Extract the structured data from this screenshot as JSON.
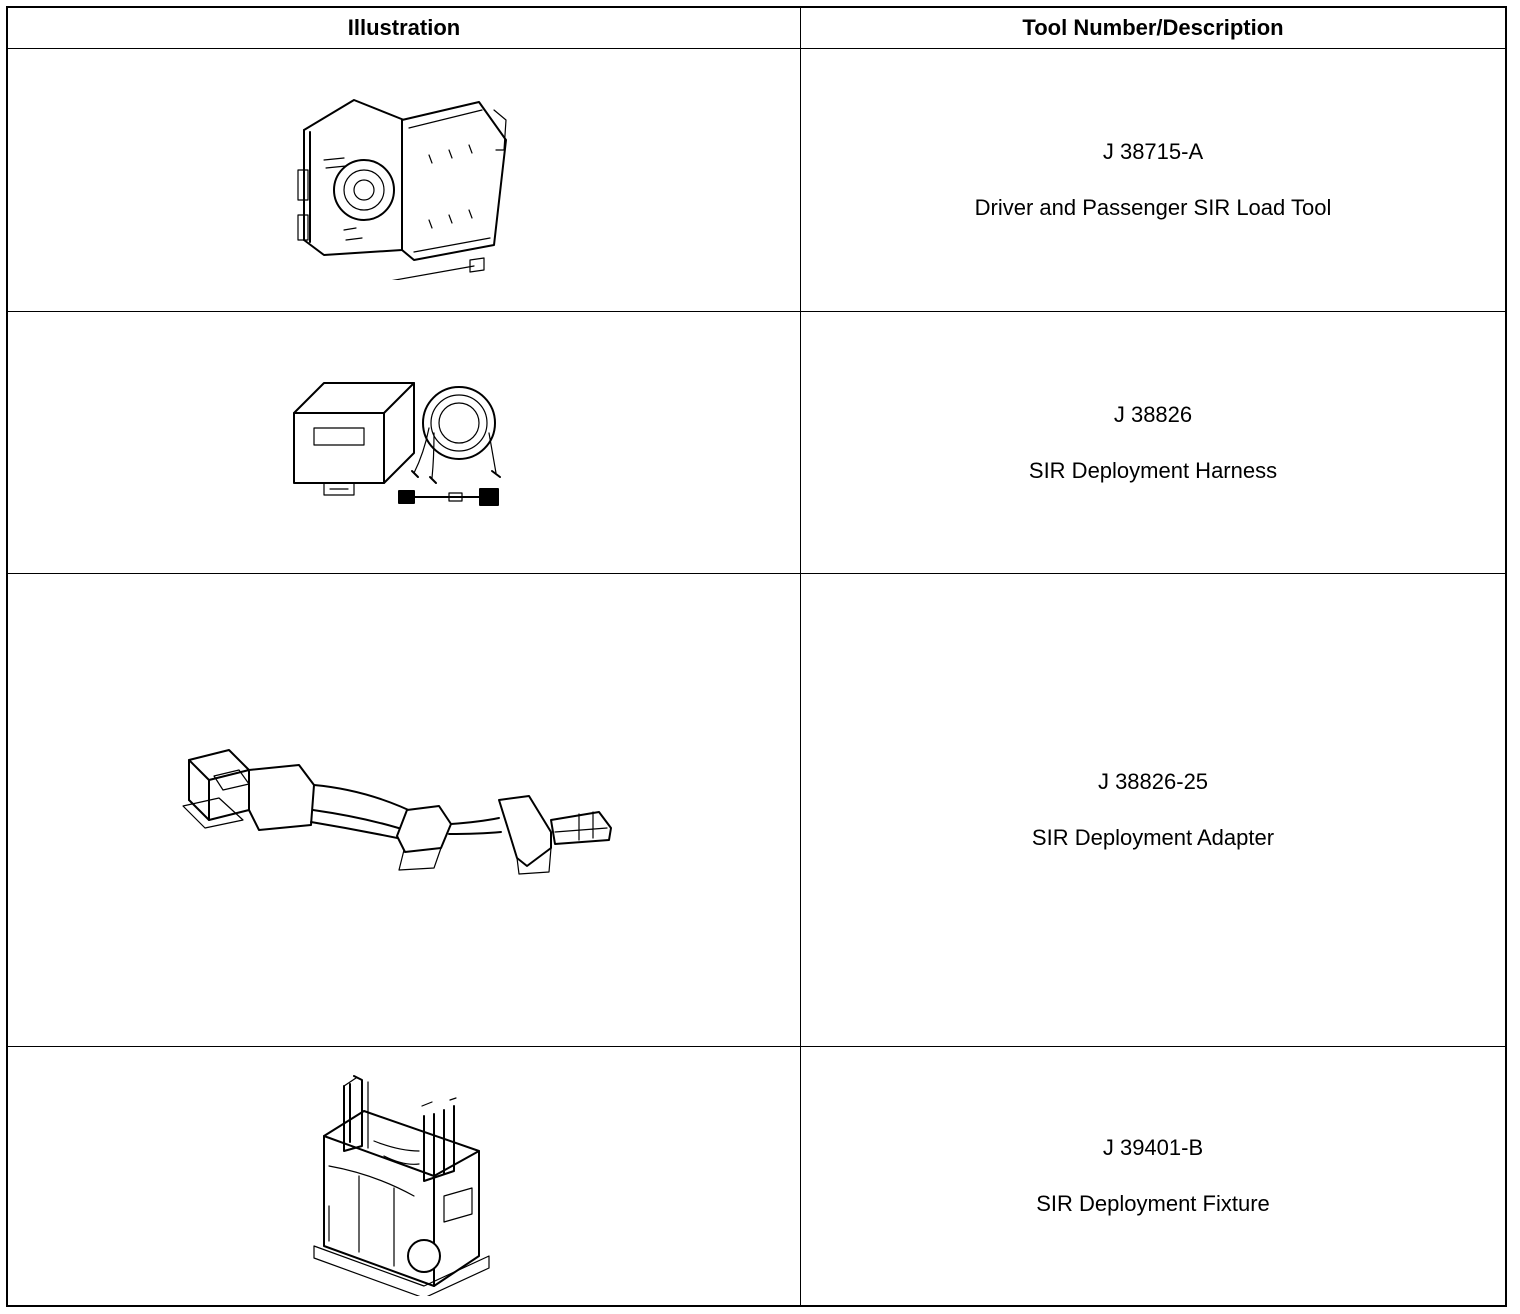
{
  "table": {
    "headers": {
      "illustration": "Illustration",
      "tool": "Tool Number/Description"
    },
    "rows": [
      {
        "number": "J 38715-A",
        "description": "Driver and Passenger SIR Load Tool",
        "icon": "load-tool-case-icon"
      },
      {
        "number": "J 38826",
        "description": "SIR Deployment Harness",
        "icon": "deployment-harness-icon"
      },
      {
        "number": "J 38826-25",
        "description": "SIR Deployment Adapter",
        "icon": "deployment-adapter-icon"
      },
      {
        "number": "J 39401-B",
        "description": "SIR Deployment Fixture",
        "icon": "deployment-fixture-icon"
      }
    ]
  }
}
